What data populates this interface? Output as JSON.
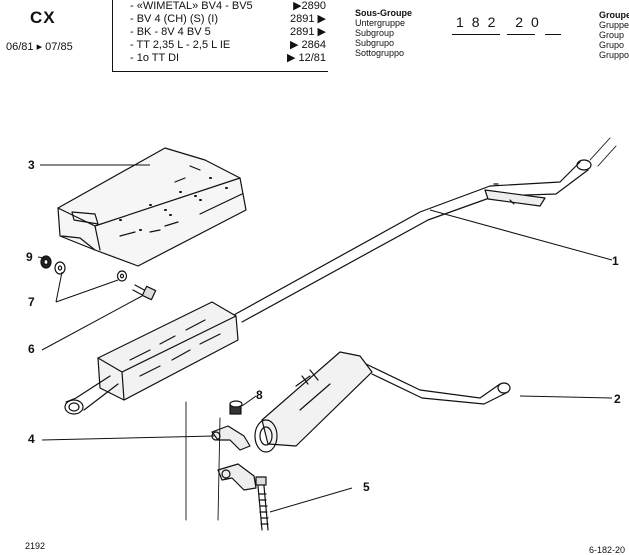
{
  "header": {
    "model": "CX",
    "date_range": "06/81 ▸ 07/85",
    "variants": [
      {
        "label": "- «WIMETAL» BV4 - BV5",
        "code": "▶2890"
      },
      {
        "label": "- BV 4 (CH) (S) (I)",
        "code": "2891 ▶"
      },
      {
        "label": "- BK - 8V 4  BV 5",
        "code": "2891 ▶"
      },
      {
        "label": "- TT 2,35 L - 2,5 L IE",
        "code": "▶  2864"
      },
      {
        "label": "- 1o TT DI",
        "code": "▶  12/81"
      }
    ],
    "subgroup_labels": [
      "Sous-Groupe",
      "Untergruppe",
      "Subgroup",
      "Subgrupo",
      "Sottogruppo"
    ],
    "subgroup_code": "182 20",
    "group_labels": [
      "Groupe",
      "Gruppe",
      "Group",
      "Grupo",
      "Gruppo"
    ]
  },
  "callouts": [
    "1",
    "2",
    "3",
    "4",
    "5",
    "6",
    "7",
    "8",
    "9"
  ],
  "footer": {
    "page": "2192",
    "ref": "6-182-20"
  }
}
